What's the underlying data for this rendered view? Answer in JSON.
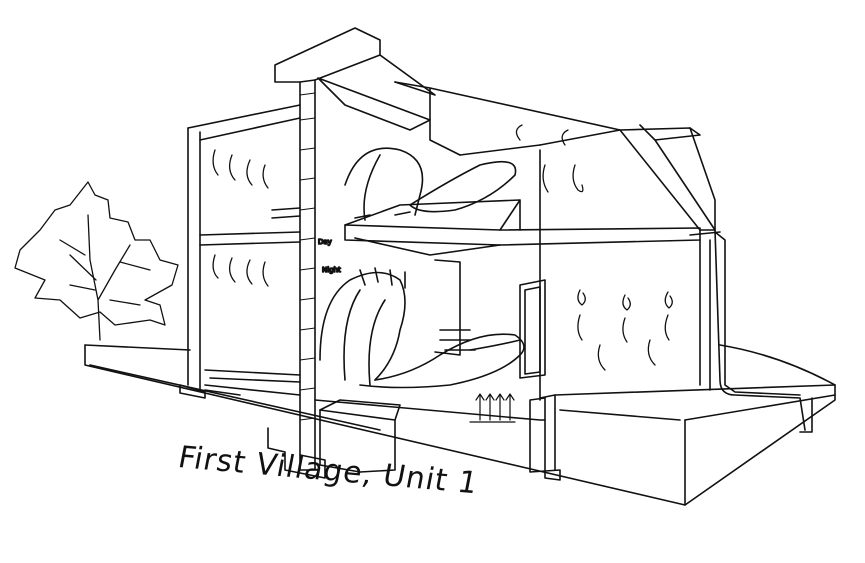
{
  "caption": "First Village, Unit 1",
  "labels": {
    "day": "Day",
    "night": "Night"
  },
  "colors": {
    "ink": "#111111",
    "paper": "#ffffff"
  },
  "icons": [
    "tree-icon",
    "airflow-arrow-icon",
    "heat-plume-icon"
  ]
}
